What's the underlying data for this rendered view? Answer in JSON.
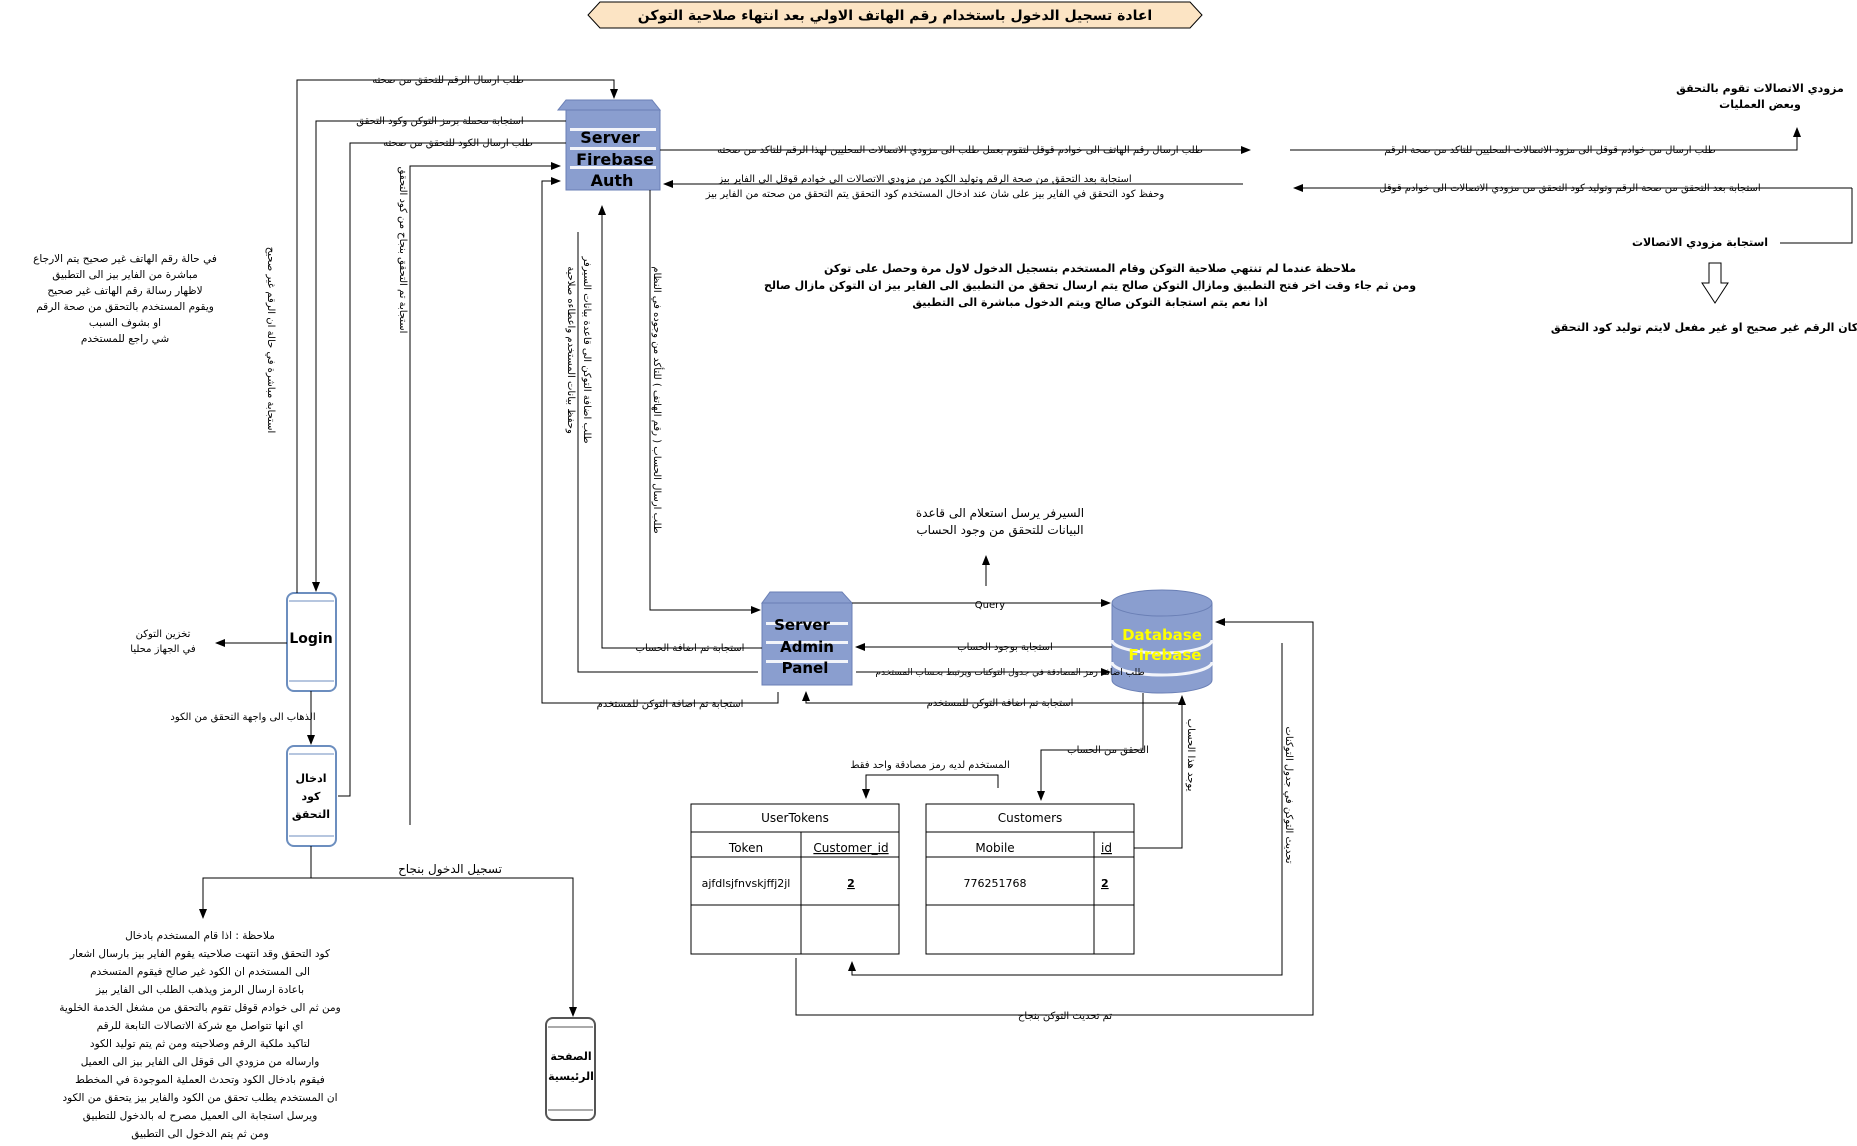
{
  "title": "اعادة تسجيل الدخول باستخدام رقم الهاتف الاولي بعد انتهاء صلاحية التوكن",
  "colors": {
    "title_fill": "#fce4c4",
    "server_blue": "#8a9ecf",
    "server_stripe": "#f2f4fa",
    "db_label": "#ffff00",
    "phone_border": "#6c8ebf"
  },
  "nodes": {
    "server_auth": [
      "Server",
      "Firebase",
      "Auth"
    ],
    "server_admin": [
      "Server",
      "Admin",
      "Panel"
    ],
    "database": [
      "Database",
      "Firebase"
    ],
    "login_phone": "Login",
    "code_phone": [
      "ادخال",
      "كود",
      "التحقق"
    ],
    "home_phone": [
      "الصفحة",
      "الرئيسية"
    ]
  },
  "arrows": {
    "send_number_verify": "طلب  ارسال الرقم للتحقق من صحته",
    "token_response": "استجابة محملة برمز التوكن وكود التحقق",
    "send_code_verify": "طلب ارسال الكود للتحقق من صحته",
    "to_google": "طلب ارسال رقم الهاتف الى خوادم قوقل لتقوم بعمل طلب الى مزودي الاتصالات المحليين لهذا الرقم للتاكد من صحته",
    "google_to_provider": "طلب ارسال من خوادم قوقل  الى مزود الاتصالات المحليين للتاكد من صحة الرقم",
    "provider_to_google": "استجابة بعد التحقق من صحة الرقم وتوليد كود التحقق من مزودي الاتصالات الى خوادم قوقل",
    "google_to_firebase_1": "استجابة بعد التحقق من صحة الرقم وتوليد الكود من مزودي الاتصالات الى خوادم قوقل الى الفاير بيز",
    "google_to_firebase_2": "وحفظ كود التحقق في الفاير بيز على شان عند ادخال المستخدم كود التحقق يتم التحقق من صحته من الفاير بيز",
    "provider_response": "استجابة مزودي الاتصالات",
    "number_invalid": "اذا كان الرقم غير صحيح او غير مفعل لايتم توليد كود التحقق",
    "login_invalid_vertical": "استجابة مباشرة في حالة ان الرقم غير صحيح",
    "code_ok_vertical": "استجابة تم التحقق بنجاح من كود التحقق",
    "auth_down_1": "طلب اضافة التوكن الى قاعدة بيانات السيرفر",
    "auth_down_2": "وحفظ بيانات المستخدم واعطاءه صلاحية",
    "auth_to_admin": "طلب ارسال الحساب ( رقم الهاتف ) للتأكد من وجوده في النظام",
    "added_account": "استجابة تم اضافة الحساب",
    "added_token": "استجابة تم اضافة التوكن للمستخدم",
    "query": "Query",
    "account_exists": "استجابة بوجود الحساب",
    "add_token_req": "طلب اضافة رمز المصادقة في جدول التوكنات ويرتبط بحساب المستخدم",
    "db_token_added": "استجابة تم اضافة التوكن للمستخدم",
    "check_account": "التحقق من الحساب",
    "account_found": "يوجد هذا الحساب",
    "update_token_table": "تحديث التوكن في جدول التوكنات",
    "token_updated": "تم تحديث التوكن بنجاح",
    "one_token": "المستخدم لديه رمز مصادقة واحد فقط",
    "store_token": [
      "تخزين التوكن",
      "في الجهاز محليا"
    ],
    "go_verify": "الذهاب الى واجهة التحقق من الكود",
    "login_success": "تسجيل الدخول بنجاح",
    "server_query": [
      "السيرفر يرسل استعلام الى قاعدة",
      "البيانات للتحقق من وجود الحساب"
    ]
  },
  "notes": {
    "providers": [
      "مزودي الاتصالات تقوم بالتحقق",
      "وبعض العمليات"
    ],
    "token_valid": [
      "ملاحظة عندما لم تنتهي صلاحية التوكن وقام المستخدم بتسجيل الدخول لاول مرة وحصل على توكن",
      "ومن ثم جاء وقت اخر فتح التطبيق ومازال التوكن صالح يتم ارسال تحقق من التطبيق الى الفاير بيز ان التوكن مازال صالح",
      "اذا نعم يتم استجابة التوكن صالح ويتم الدخول مباشرة الى التطبيق"
    ],
    "invalid_phone": [
      "في حالة رقم الهاتف غير صحيح يتم الارجاع",
      "مباشرة من الفاير بيز الى التطبيق",
      "لاظهار رسالة رقم الهاتف غير صحيح",
      "ويقوم المستخدم بالتحقق من صحة الرقم",
      "او بشوف السبب",
      "شي راجع للمستخدم"
    ],
    "bottom": [
      "ملاحظة : اذا قام المستخدم بادخال",
      "كود التحقق وقد انتهت صلاحيته يقوم الفاير بيز بارسال اشعار",
      "الى المستخدم ان الكود غير صالح فيقوم المتسخدم",
      "باعادة ارسال الرمز ويذهب الطلب الى الفاير بيز",
      "ومن ثم الى خوادم قوقل تقوم بالتحقق من مشغل الخدمة الخلوية",
      "اي انها تتواصل مع شركة الاتصالات التابعة للرقم",
      "لتاكيد ملكية الرقم وصلاحيته ومن ثم يتم توليد الكود",
      "وارساله من مزودي الى قوقل الى الفاير بيز الى العميل",
      "فيقوم بادخال الكود وتحدث العملية الموجودة في المخطط",
      "ان المستخدم يطلب تحقق من الكود والفاير بيز يتحقق من الكود",
      "ويرسل استجابة الى العميل مصرح له بالدخول للتطبيق",
      "ومن ثم يتم الدخول الى التطبيق"
    ]
  },
  "tables": {
    "user_tokens": {
      "title": "UserTokens",
      "headers": [
        "Token",
        "Customer_id"
      ],
      "rows": [
        [
          "ajfdlsjfnvskjffj2jl",
          "2"
        ],
        [
          "",
          ""
        ]
      ]
    },
    "customers": {
      "title": "Customers",
      "headers": [
        "Mobile",
        "id"
      ],
      "rows": [
        [
          "776251768",
          "2"
        ],
        [
          "",
          ""
        ]
      ]
    }
  }
}
